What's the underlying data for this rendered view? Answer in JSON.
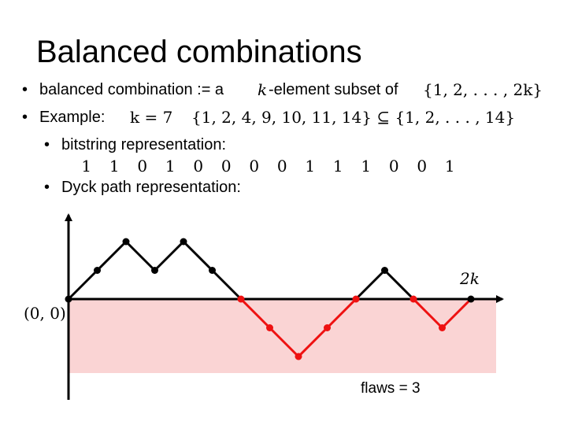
{
  "title": "Balanced combinations",
  "bullet1": {
    "text1": "balanced combination := a",
    "var_k": "k",
    "text2": "-element subset of",
    "set": "{1, 2, . . . , 2k}"
  },
  "bullet2": {
    "label": "Example:",
    "k_eq": "k = 7",
    "subset": "{1, 2, 4, 9, 10, 11, 14} ⊆ {1, 2, . . . , 14}"
  },
  "sub1": "bitstring representation:",
  "bits": [
    "1",
    "1",
    "0",
    "1",
    "0",
    "0",
    "0",
    "0",
    "1",
    "1",
    "1",
    "0",
    "0",
    "1"
  ],
  "sub2": "Dyck path representation:",
  "path": {
    "origin_label": "(0, 0)",
    "end_label": "2k",
    "flaws_label": "flaws = 3",
    "colors": {
      "ok": "#000000",
      "flaw": "#ee1111",
      "region": "#fad4d4"
    }
  }
}
